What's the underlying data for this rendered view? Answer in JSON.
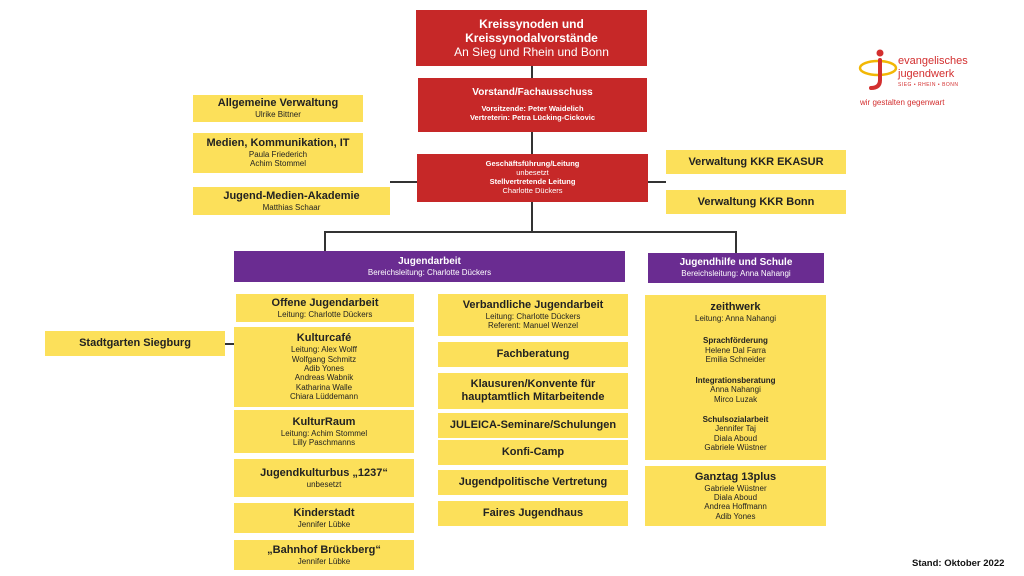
{
  "top": {
    "line1": "Kreissynoden und",
    "line2": "Kreissynodalvorstände",
    "line3": "An Sieg und Rhein und Bonn"
  },
  "vorstand": {
    "title": "Vorstand/Fachausschuss",
    "line1": "Vorsitzende: Peter Waidelich",
    "line2": "Vertreterin: Petra Lücking-Cickovic"
  },
  "gf": {
    "title": "Geschäftsführung/Leitung",
    "line1": "unbesetzt",
    "title2": "Stellvertretende Leitung",
    "line2": "Charlotte Dückers"
  },
  "left_boxes": [
    {
      "title": "Allgemeine Verwaltung",
      "people": [
        "Ulrike Bittner"
      ]
    },
    {
      "title": "Medien, Kommunikation, IT",
      "people": [
        "Paula Friederich",
        "Achim Stommel"
      ]
    },
    {
      "title": "Jugend-Medien-Akademie",
      "people": [
        "Matthias Schaar"
      ]
    }
  ],
  "right_boxes": [
    {
      "title": "Verwaltung KKR EKASUR"
    },
    {
      "title": "Verwaltung KKR Bonn"
    }
  ],
  "jugendarbeit": {
    "title": "Jugendarbeit",
    "sub": "Bereichsleitung: Charlotte Dückers"
  },
  "jugendhilfe": {
    "title": "Jugendhilfe und Schule",
    "sub": "Bereichsleitung: Anna Nahangi"
  },
  "stadtgarten": {
    "title": "Stadtgarten Siegburg"
  },
  "col1": [
    {
      "title": "Offene Jugendarbeit",
      "people": [
        "Leitung: Charlotte Dückers"
      ]
    },
    {
      "title": "Kulturcafé",
      "people": [
        "Leitung: Alex Wolff",
        "Wolfgang Schmitz",
        "Adib Yones",
        "Andreas Wabnik",
        "Katharina Walle",
        "Chiara Lüddemann"
      ]
    },
    {
      "title": "KulturRaum",
      "people": [
        "Leitung: Achim Stommel",
        "Lilly Paschmanns"
      ]
    },
    {
      "title": "Jugendkulturbus „1237“",
      "people": [
        "unbesetzt"
      ]
    },
    {
      "title": "Kinderstadt",
      "people": [
        "Jennifer Lübke"
      ]
    },
    {
      "title": "„Bahnhof Brückberg“",
      "people": [
        "Jennifer Lübke"
      ]
    }
  ],
  "col2": [
    {
      "title": "Verbandliche Jugendarbeit",
      "people": [
        "Leitung: Charlotte Dückers",
        "Referent: Manuel Wenzel"
      ]
    },
    {
      "title": "Fachberatung",
      "people": []
    },
    {
      "title": "Klausuren/Konvente für hauptamtlich Mitarbeitende",
      "people": []
    },
    {
      "title": "JULEICA-Seminare/Schulungen",
      "people": []
    },
    {
      "title": "Konfi-Camp",
      "people": []
    },
    {
      "title": "Jugendpolitische Vertretung",
      "people": []
    },
    {
      "title": "Faires Jugendhaus",
      "people": []
    }
  ],
  "zeitwerk": {
    "title": "zeithwerk",
    "lead": "Leitung: Anna Nahangi",
    "sections": [
      {
        "title": "Sprachförderung",
        "people": [
          "Helene Dal Farra",
          "Emilia Schneider"
        ]
      },
      {
        "title": "Integrationsberatung",
        "people": [
          "Anna Nahangi",
          "Mirco Luzak"
        ]
      },
      {
        "title": "Schulsozialarbeit",
        "people": [
          "Jennifer Taj",
          "Diala Aboud",
          "Gabriele Wüstner"
        ]
      }
    ]
  },
  "ganztag": {
    "title": "Ganztag 13plus",
    "people": [
      "Gabriele Wüstner",
      "Diala Aboud",
      "Andrea Hoffmann",
      "Adib Yones"
    ]
  },
  "logo": {
    "line1": "evangelisches",
    "line2": "jugendwerk",
    "line3": "SIEG • RHEIN • BONN",
    "slogan": "wir gestalten gegenwart",
    "color": "#d32f2f",
    "accent": "#f2b705"
  },
  "stand": "Stand: Oktober 2022"
}
